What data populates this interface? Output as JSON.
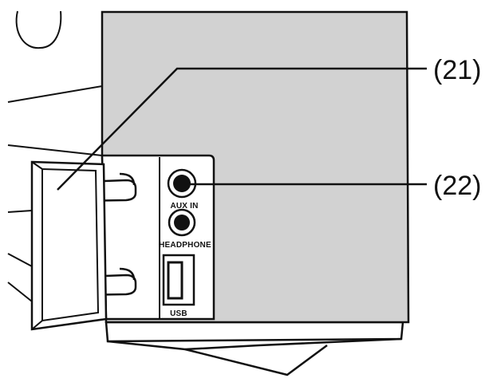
{
  "callouts": {
    "door": "(21)",
    "aux_jack": "(22)"
  },
  "panel_labels": {
    "aux_in": "AUX IN",
    "headphone": "HEADPHONE",
    "usb": "USB"
  },
  "colors": {
    "body_gray": "#d2d2d2",
    "line": "#111111",
    "background": "#ffffff"
  }
}
